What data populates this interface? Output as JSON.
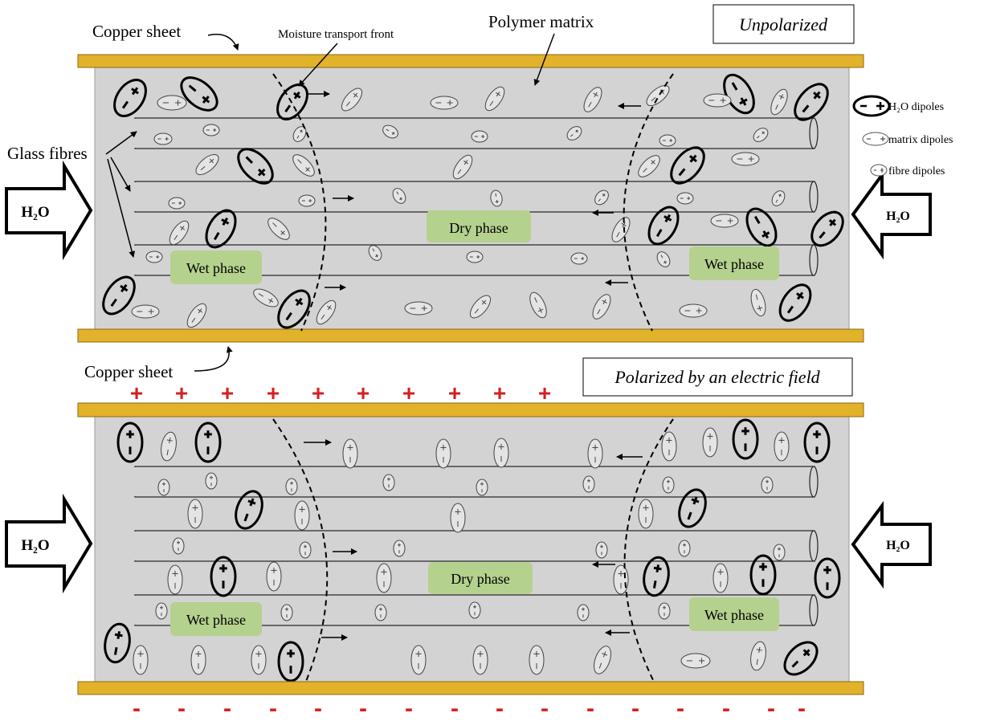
{
  "labels": {
    "copper_sheet": "Copper sheet",
    "moisture_front": "Moisture transport front",
    "polymer_matrix": "Polymer matrix",
    "glass_fibres": "Glass fibres",
    "water": "H₂O",
    "dry_phase": "Dry phase",
    "wet_phase": "Wet phase"
  },
  "panels": [
    {
      "id": "unpolarized",
      "title": "Unpolarized"
    },
    {
      "id": "polarized",
      "title": "Polarized by an electric field"
    }
  ],
  "legend": [
    {
      "id": "h2o",
      "label": "H₂O dipoles"
    },
    {
      "id": "matrix",
      "label": "matrix dipoles"
    },
    {
      "id": "fibre",
      "label": "fibre dipoles"
    }
  ],
  "charge_signs": {
    "positive": "+",
    "negative": "-"
  },
  "colors": {
    "copper": "#E2B22A",
    "matrix": "#D3D3D3",
    "phase_label_bg": "#B5D18E",
    "charge": "#D42020"
  }
}
